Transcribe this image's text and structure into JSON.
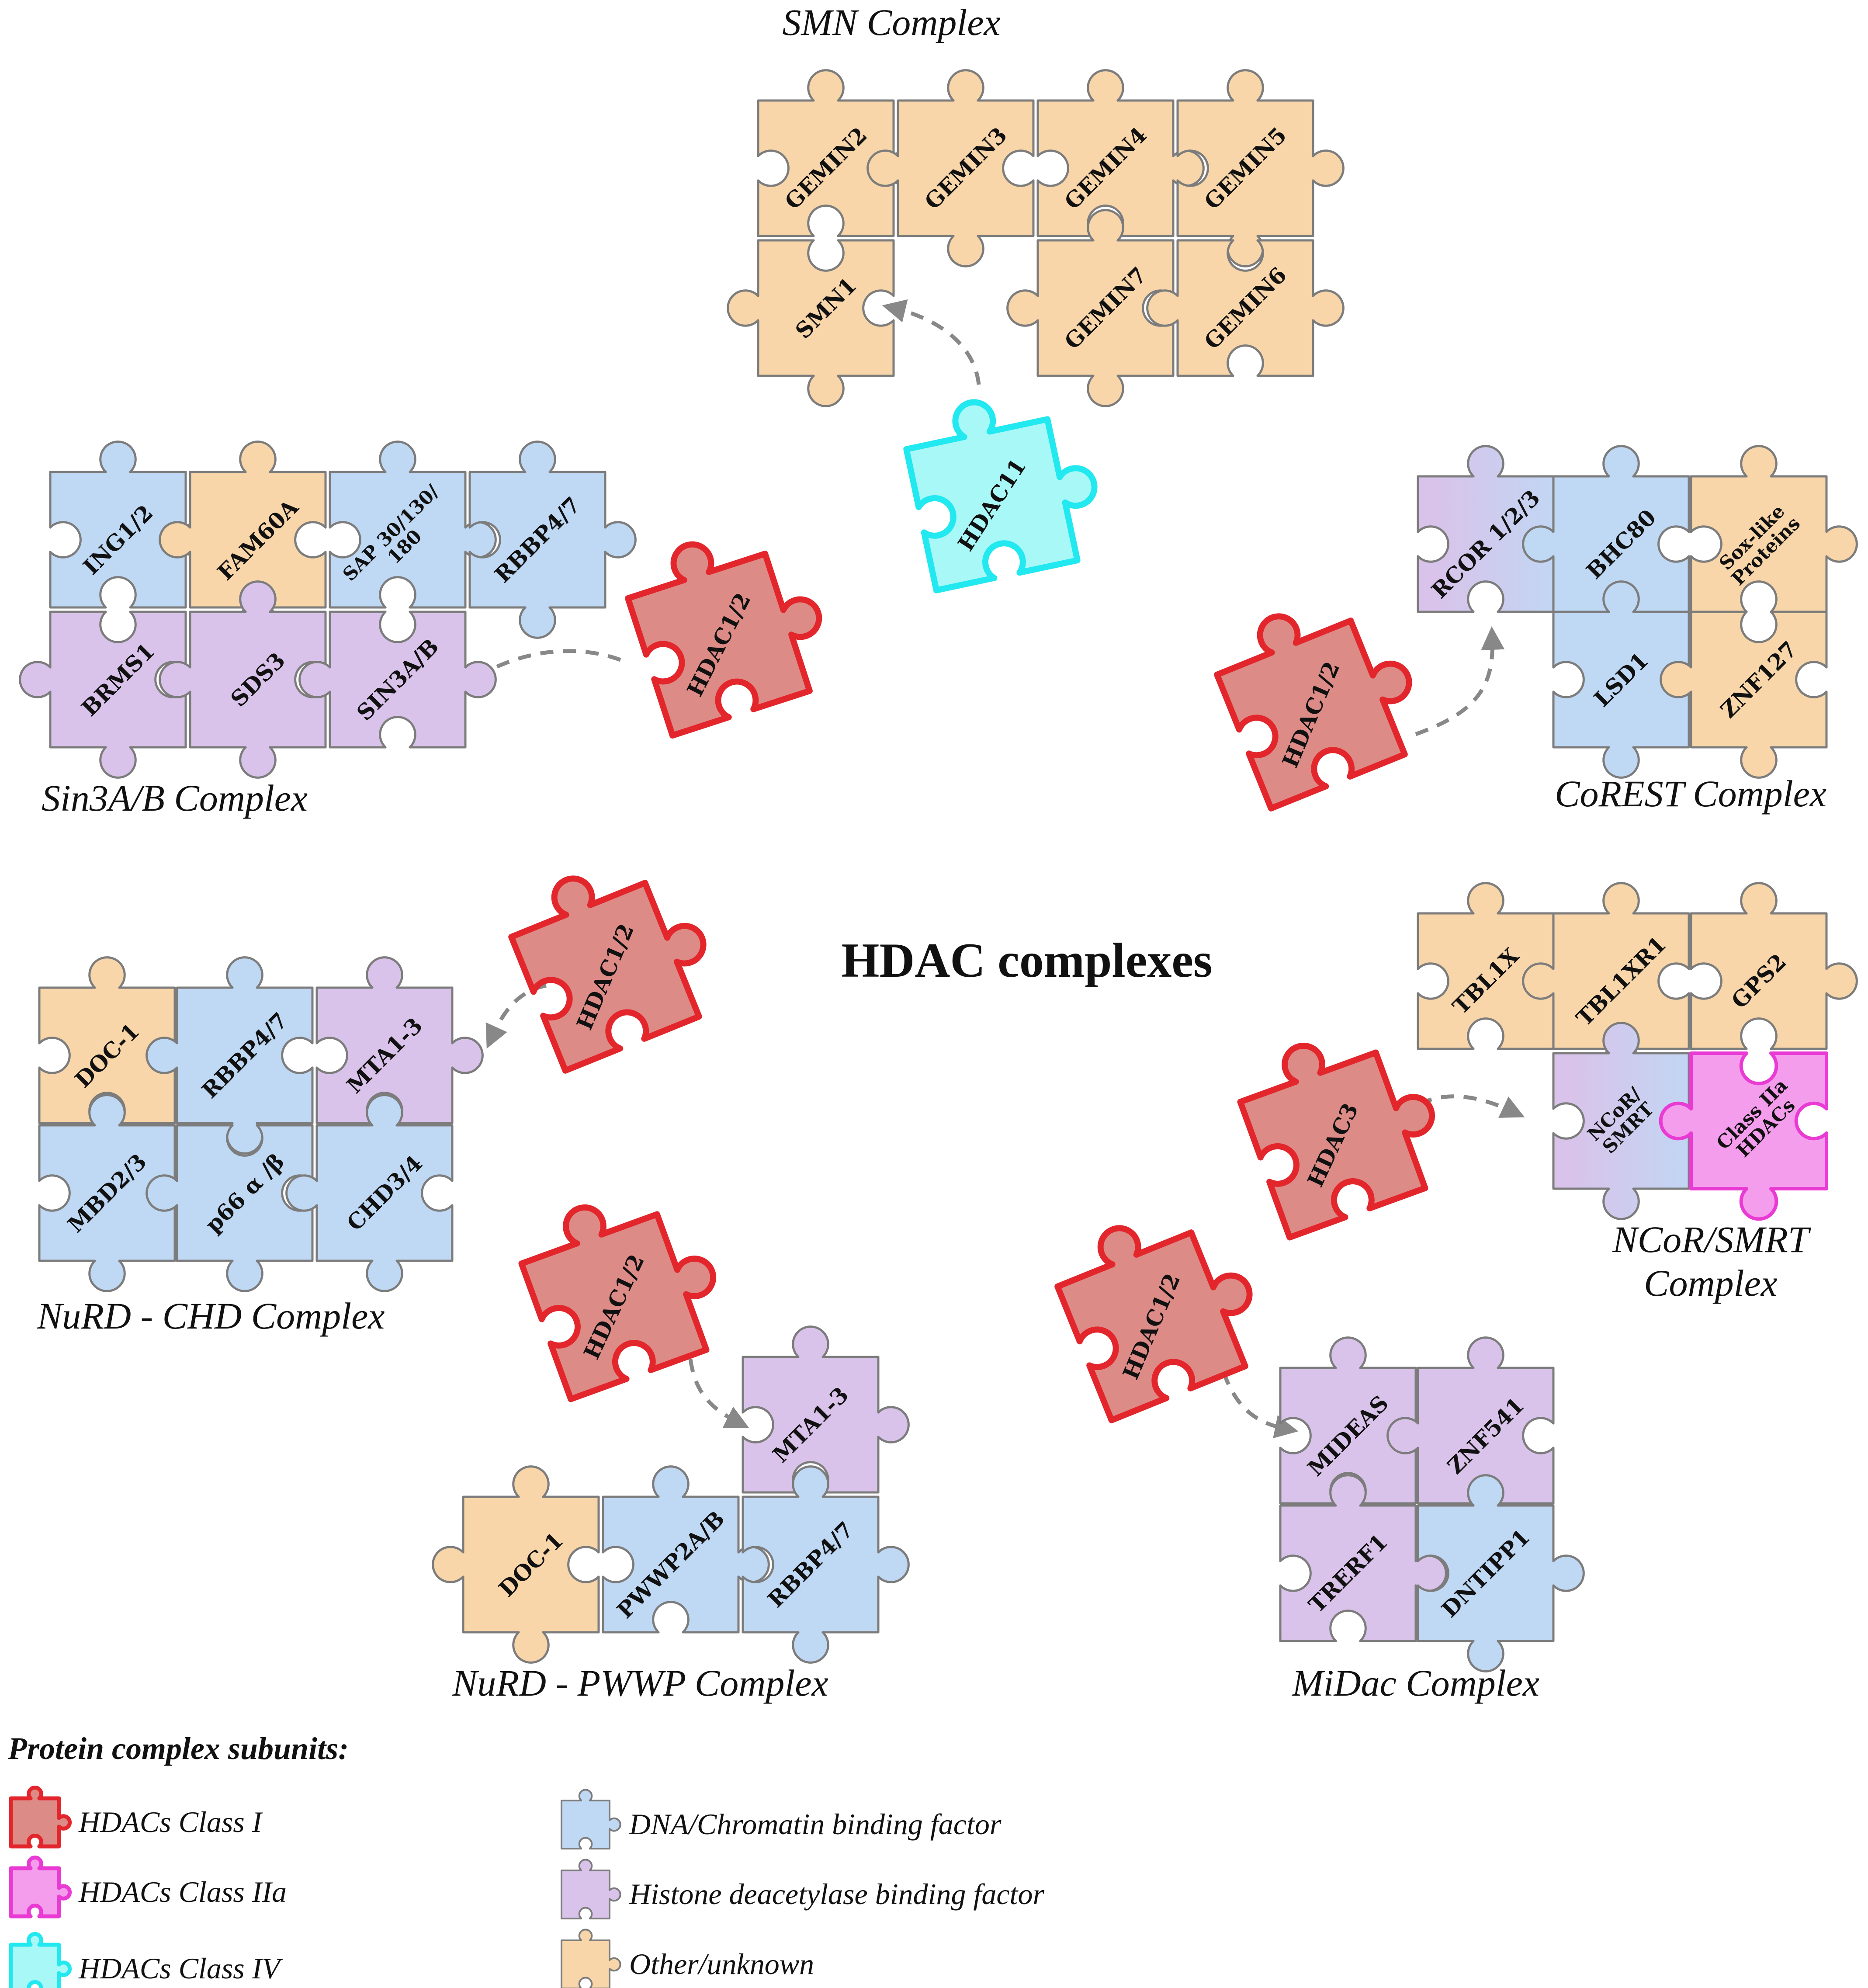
{
  "title": "HDAC complexes",
  "colors": {
    "classI_fill": "#dc8b86",
    "classI_stroke": "#e3262c",
    "classIIa_fill": "#f59ded",
    "classIIa_stroke": "#e93bd3",
    "classIV_fill": "#a8f8f8",
    "classIV_stroke": "#22e8f0",
    "dna": "#bfd8f4",
    "hdac_binding": "#d9c3ea",
    "other": "#f8d6a9",
    "piece_stroke": "#7c7c7c"
  },
  "complexes": [
    {
      "id": "smn",
      "label": [
        "SMN Complex"
      ],
      "hdac": "HDAC11",
      "hdac_class": "IV",
      "subunits": [
        {
          "text": [
            "GEMIN2"
          ],
          "color": "other"
        },
        {
          "text": [
            "GEMIN3"
          ],
          "color": "other"
        },
        {
          "text": [
            "GEMIN4"
          ],
          "color": "other"
        },
        {
          "text": [
            "GEMIN5"
          ],
          "color": "other"
        },
        {
          "text": [
            "SMN1"
          ],
          "color": "other"
        },
        {
          "text": [
            "GEMIN7"
          ],
          "color": "other"
        },
        {
          "text": [
            "GEMIN6"
          ],
          "color": "other"
        }
      ]
    },
    {
      "id": "sin3",
      "label": [
        "Sin3A/B Complex"
      ],
      "hdac": "HDAC1/2",
      "hdac_class": "I",
      "subunits": [
        {
          "text": [
            "ING1/2"
          ],
          "color": "dna"
        },
        {
          "text": [
            "FAM60A"
          ],
          "color": "other"
        },
        {
          "text": [
            "SAP 30/130/",
            "180"
          ],
          "color": "dna"
        },
        {
          "text": [
            "RBBP4/7"
          ],
          "color": "dna"
        },
        {
          "text": [
            "BRMS1"
          ],
          "color": "hdac_binding"
        },
        {
          "text": [
            "SDS3"
          ],
          "color": "hdac_binding"
        },
        {
          "text": [
            "SIN3A/B"
          ],
          "color": "hdac_binding"
        }
      ]
    },
    {
      "id": "corest",
      "label": [
        "CoREST Complex"
      ],
      "hdac": "HDAC1/2",
      "hdac_class": "I",
      "subunits": [
        {
          "text": [
            "RCOR 1/2/3"
          ],
          "color": "hdac_binding",
          "gradient_to": "dna"
        },
        {
          "text": [
            "BHC80"
          ],
          "color": "dna"
        },
        {
          "text": [
            "Sox-like",
            "Proteins"
          ],
          "color": "other"
        },
        {
          "text": [
            "LSD1"
          ],
          "color": "dna"
        },
        {
          "text": [
            "ZNF127"
          ],
          "color": "other"
        }
      ]
    },
    {
      "id": "nurd_chd",
      "label": [
        "NuRD - CHD Complex"
      ],
      "hdac": "HDAC1/2",
      "hdac_class": "I",
      "subunits": [
        {
          "text": [
            "DOC-1"
          ],
          "color": "other"
        },
        {
          "text": [
            "RBBP4/7"
          ],
          "color": "dna"
        },
        {
          "text": [
            "MTA1-3"
          ],
          "color": "hdac_binding"
        },
        {
          "text": [
            "MBD2/3"
          ],
          "color": "dna"
        },
        {
          "text": [
            "p66 α /β"
          ],
          "color": "dna"
        },
        {
          "text": [
            "CHD3/4"
          ],
          "color": "dna"
        }
      ]
    },
    {
      "id": "ncor",
      "label": [
        "NCoR/SMRT",
        "Complex"
      ],
      "hdac": "HDAC3",
      "hdac_class": "I",
      "subunits": [
        {
          "text": [
            "TBL1X"
          ],
          "color": "other"
        },
        {
          "text": [
            "TBL1XR1"
          ],
          "color": "other"
        },
        {
          "text": [
            "GPS2"
          ],
          "color": "other"
        },
        {
          "text": [
            "NCoR/",
            "SMRT"
          ],
          "color": "hdac_binding",
          "gradient_to": "dna"
        },
        {
          "text": [
            "Class IIa",
            "HDACs"
          ],
          "color": "classIIa"
        }
      ]
    },
    {
      "id": "nurd_pwwp",
      "label": [
        "NuRD - PWWP Complex"
      ],
      "hdac": "HDAC1/2",
      "hdac_class": "I",
      "subunits": [
        {
          "text": [
            "MTA1-3"
          ],
          "color": "hdac_binding"
        },
        {
          "text": [
            "DOC-1"
          ],
          "color": "other"
        },
        {
          "text": [
            "PWWP2A/B"
          ],
          "color": "dna"
        },
        {
          "text": [
            "RBBP4/7"
          ],
          "color": "dna"
        }
      ]
    },
    {
      "id": "midac",
      "label": [
        "MiDac Complex"
      ],
      "hdac": "HDAC1/2",
      "hdac_class": "I",
      "subunits": [
        {
          "text": [
            "MIDEAS"
          ],
          "color": "hdac_binding"
        },
        {
          "text": [
            "ZNF541"
          ],
          "color": "hdac_binding"
        },
        {
          "text": [
            "TRERF1"
          ],
          "color": "hdac_binding"
        },
        {
          "text": [
            "DNTIPP1"
          ],
          "color": "dna"
        }
      ]
    }
  ],
  "legend": {
    "title": "Protein complex subunits:",
    "items": [
      {
        "label": "HDACs Class I",
        "color": "classI"
      },
      {
        "label": "HDACs Class IIa",
        "color": "classIIa"
      },
      {
        "label": "HDACs Class IV",
        "color": "classIV"
      },
      {
        "label": "DNA/Chromatin binding factor",
        "color": "dna"
      },
      {
        "label": "Histone deacetylase binding factor",
        "color": "hdac_binding"
      },
      {
        "label": "Other/unknown",
        "color": "other"
      }
    ]
  }
}
